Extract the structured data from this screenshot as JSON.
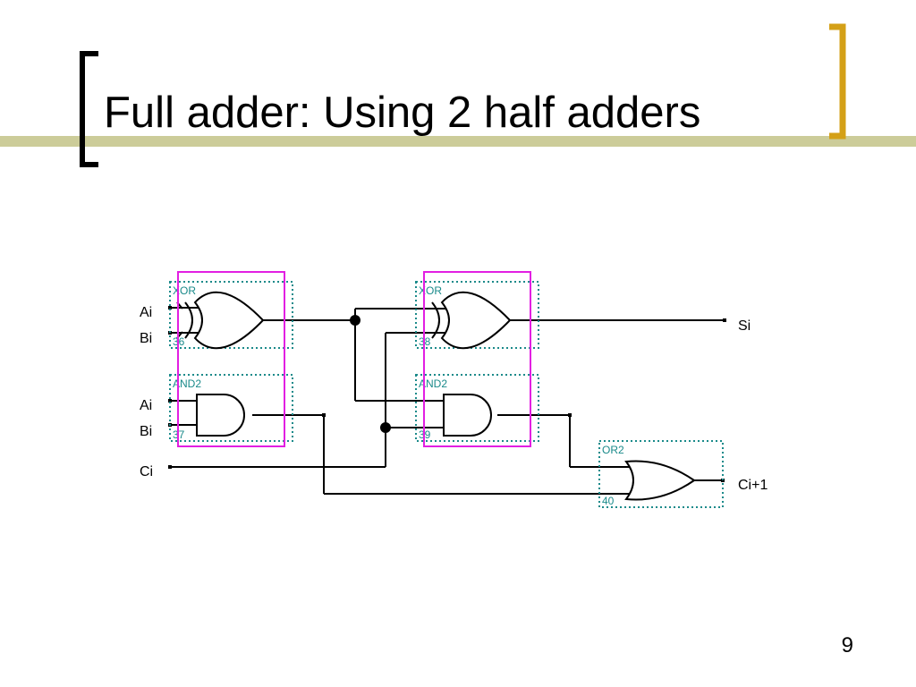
{
  "slide": {
    "title": "Full adder: Using 2 half adders",
    "page_number": "9",
    "accent_bar_color": "#cccc99",
    "bracket_left_color": "#000000",
    "bracket_right_color": "#d4a017"
  },
  "diagram": {
    "inputs": {
      "ai_top": "Ai",
      "bi_top": "Bi",
      "ai_bottom": "Ai",
      "bi_bottom": "Bi",
      "ci": "Ci"
    },
    "outputs": {
      "sum": "Si",
      "carry": "Ci+1"
    },
    "gates": [
      {
        "type": "XOR",
        "id": "36"
      },
      {
        "type": "AND2",
        "id": "37"
      },
      {
        "type": "XOR",
        "id": "38"
      },
      {
        "type": "AND2",
        "id": "39"
      },
      {
        "type": "OR2",
        "id": "40"
      }
    ],
    "colors": {
      "gate_label": "#1a8a8a",
      "half_adder_box": "#e21fe2",
      "wire": "#000000"
    }
  }
}
